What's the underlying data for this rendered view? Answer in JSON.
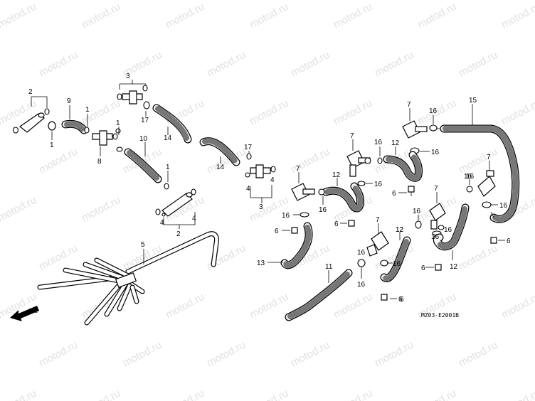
{
  "watermark": "motod.ru",
  "diagram_code": "MZ03-E2001B",
  "direction_label": "FR.",
  "callouts": [
    {
      "id": "c2a",
      "text": "2"
    },
    {
      "id": "c1a",
      "text": "1"
    },
    {
      "id": "c9",
      "text": "9"
    },
    {
      "id": "c1b",
      "text": "1"
    },
    {
      "id": "c8",
      "text": "8"
    },
    {
      "id": "c1c",
      "text": "1"
    },
    {
      "id": "c10",
      "text": "10"
    },
    {
      "id": "c3a",
      "text": "3"
    },
    {
      "id": "c17a",
      "text": "17"
    },
    {
      "id": "c14a",
      "text": "14"
    },
    {
      "id": "c1d",
      "text": "1"
    },
    {
      "id": "c4a",
      "text": "4"
    },
    {
      "id": "c4b",
      "text": "4"
    },
    {
      "id": "c2b",
      "text": "2"
    },
    {
      "id": "c5",
      "text": "5"
    },
    {
      "id": "c14b",
      "text": "14"
    },
    {
      "id": "c17b",
      "text": "17"
    },
    {
      "id": "c4c",
      "text": "4"
    },
    {
      "id": "c4d",
      "text": "4"
    },
    {
      "id": "c3b",
      "text": "3"
    },
    {
      "id": "c7a",
      "text": "7"
    },
    {
      "id": "c16a",
      "text": "16"
    },
    {
      "id": "c12a",
      "text": "12"
    },
    {
      "id": "c16b",
      "text": "16"
    },
    {
      "id": "c16c",
      "text": "16"
    },
    {
      "id": "c6a",
      "text": "6"
    },
    {
      "id": "c7b",
      "text": "7"
    },
    {
      "id": "c16d",
      "text": "16"
    },
    {
      "id": "c16e",
      "text": "16"
    },
    {
      "id": "c12b",
      "text": "12"
    },
    {
      "id": "c16f",
      "text": "16"
    },
    {
      "id": "c6b",
      "text": "6"
    },
    {
      "id": "c7c",
      "text": "7"
    },
    {
      "id": "c16g",
      "text": "16"
    },
    {
      "id": "c16h",
      "text": "16"
    },
    {
      "id": "c6c",
      "text": "6"
    },
    {
      "id": "c15",
      "text": "15"
    },
    {
      "id": "c7d",
      "text": "7"
    },
    {
      "id": "c16i",
      "text": "16"
    },
    {
      "id": "c16j",
      "text": "16"
    },
    {
      "id": "c6d",
      "text": "6"
    },
    {
      "id": "c7e",
      "text": "7"
    },
    {
      "id": "c16k",
      "text": "16"
    },
    {
      "id": "c16l",
      "text": "16"
    },
    {
      "id": "c12c",
      "text": "12"
    },
    {
      "id": "c6e",
      "text": "6"
    },
    {
      "id": "c12d",
      "text": "12"
    },
    {
      "id": "c6f",
      "text": "6"
    },
    {
      "id": "c7f",
      "text": "7"
    },
    {
      "id": "c16m",
      "text": "16"
    },
    {
      "id": "c16n",
      "text": "16"
    },
    {
      "id": "c12e",
      "text": "12"
    },
    {
      "id": "c13",
      "text": "13"
    },
    {
      "id": "c11",
      "text": "11"
    },
    {
      "id": "c16o",
      "text": "16"
    },
    {
      "id": "c6g",
      "text": "6"
    }
  ]
}
